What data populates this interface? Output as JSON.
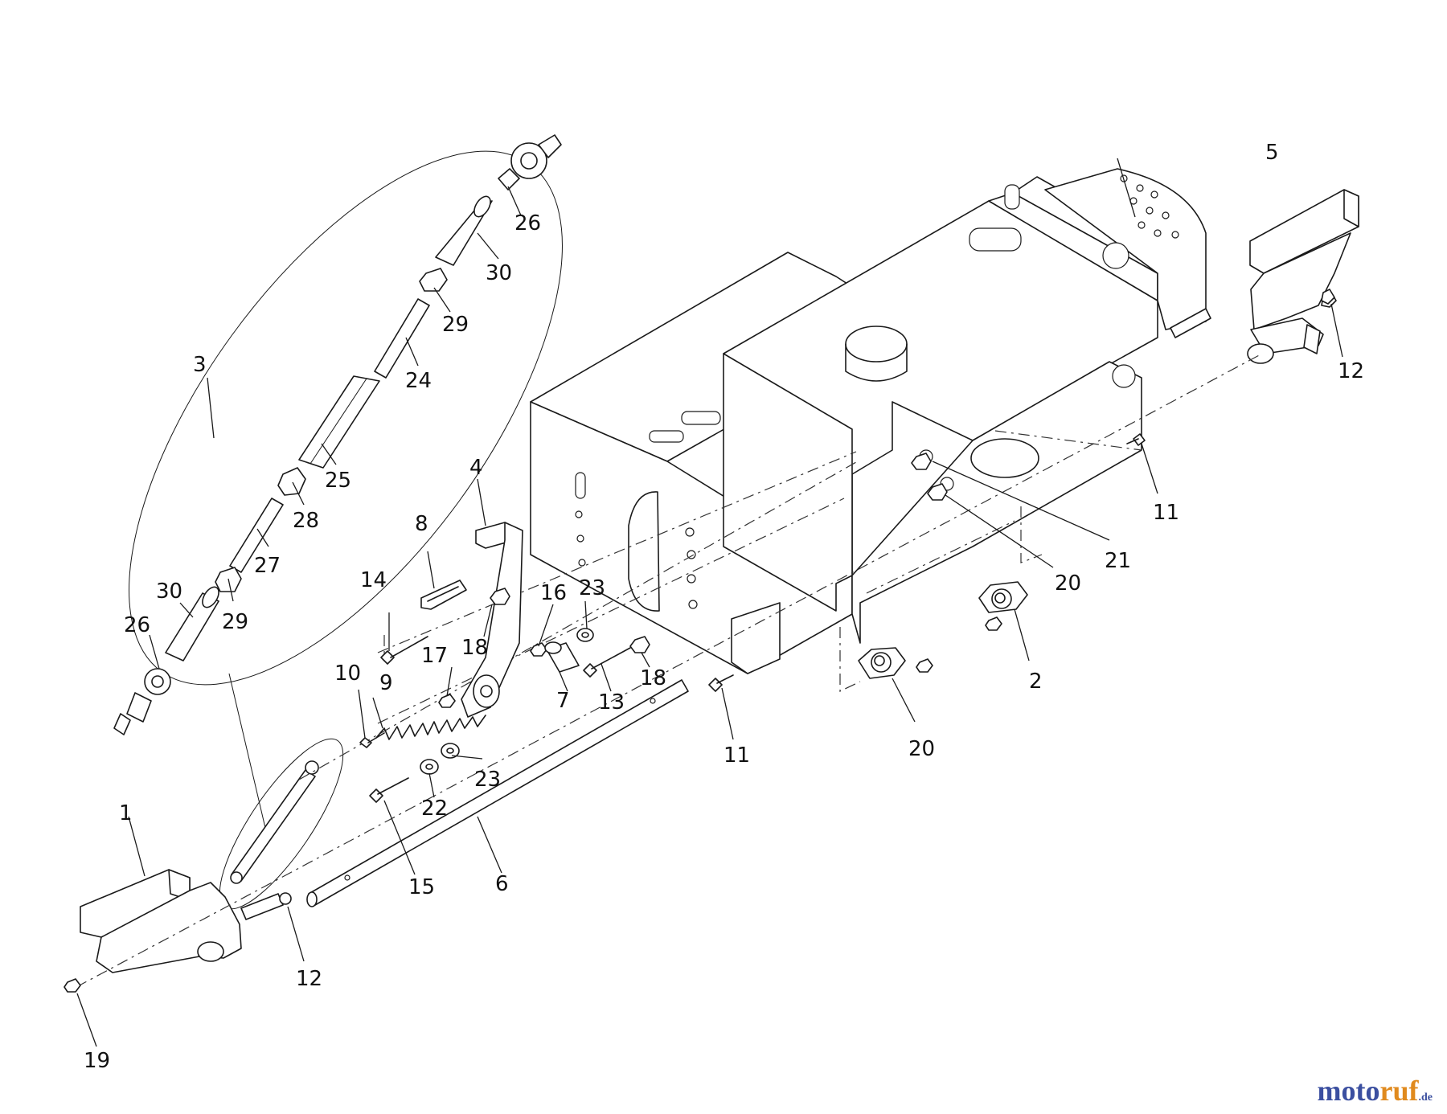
{
  "callouts": [
    {
      "id": "c1",
      "text": "1"
    },
    {
      "id": "c2",
      "text": "2"
    },
    {
      "id": "c3",
      "text": "3"
    },
    {
      "id": "c4",
      "text": "4"
    },
    {
      "id": "c5",
      "text": "5"
    },
    {
      "id": "c6",
      "text": "6"
    },
    {
      "id": "c7",
      "text": "7"
    },
    {
      "id": "c8",
      "text": "8"
    },
    {
      "id": "c9",
      "text": "9"
    },
    {
      "id": "c10",
      "text": "10"
    },
    {
      "id": "c11a",
      "text": "11"
    },
    {
      "id": "c11b",
      "text": "11"
    },
    {
      "id": "c12a",
      "text": "12"
    },
    {
      "id": "c12b",
      "text": "12"
    },
    {
      "id": "c13",
      "text": "13"
    },
    {
      "id": "c14",
      "text": "14"
    },
    {
      "id": "c15",
      "text": "15"
    },
    {
      "id": "c16",
      "text": "16"
    },
    {
      "id": "c17",
      "text": "17"
    },
    {
      "id": "c18a",
      "text": "18"
    },
    {
      "id": "c18b",
      "text": "18"
    },
    {
      "id": "c19",
      "text": "19"
    },
    {
      "id": "c20a",
      "text": "20"
    },
    {
      "id": "c20b",
      "text": "20"
    },
    {
      "id": "c21",
      "text": "21"
    },
    {
      "id": "c22",
      "text": "22"
    },
    {
      "id": "c23a",
      "text": "23"
    },
    {
      "id": "c23b",
      "text": "23"
    },
    {
      "id": "c24",
      "text": "24"
    },
    {
      "id": "c25",
      "text": "25"
    },
    {
      "id": "c26a",
      "text": "26"
    },
    {
      "id": "c26b",
      "text": "26"
    },
    {
      "id": "c27",
      "text": "27"
    },
    {
      "id": "c28",
      "text": "28"
    },
    {
      "id": "c29a",
      "text": "29"
    },
    {
      "id": "c29b",
      "text": "29"
    },
    {
      "id": "c30a",
      "text": "30"
    },
    {
      "id": "c30b",
      "text": "30"
    }
  ],
  "watermark": {
    "part1": "moto",
    "part2": "ruf",
    "part3": ".de"
  }
}
